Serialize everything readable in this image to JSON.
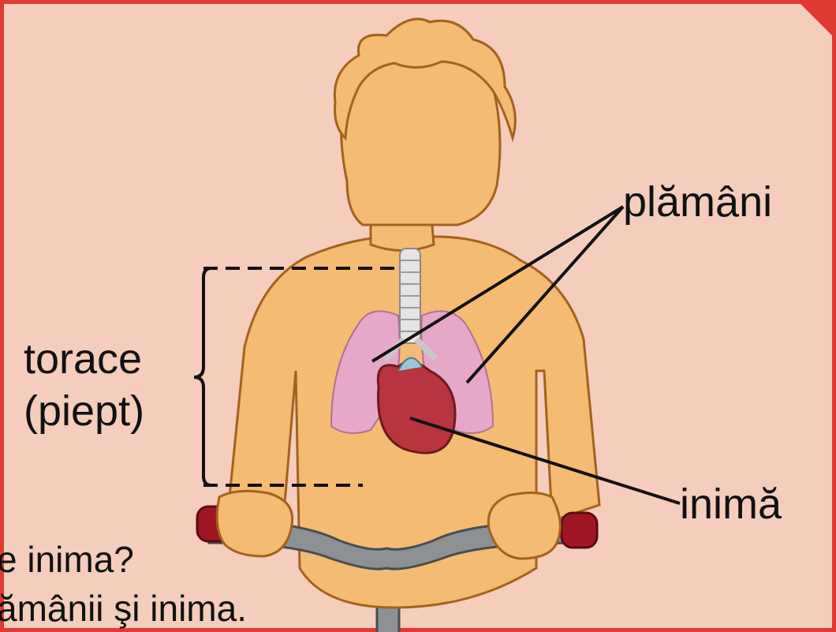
{
  "labels": {
    "lungs": "plămâni",
    "heart": "inimă",
    "thorax_line1": "torace",
    "thorax_line2": "(piept)"
  },
  "partial_text": {
    "line1": "e inima?",
    "line2": "ămânii şi inima."
  },
  "colors": {
    "background": "#f5cdbd",
    "border": "#e03a32",
    "skin": "#f4bb72",
    "skin_outline": "#a2631f",
    "lungs": "#e6a8c9",
    "heart": "#b8343e",
    "handlebar": "#8e9193",
    "grip": "#a11625"
  }
}
